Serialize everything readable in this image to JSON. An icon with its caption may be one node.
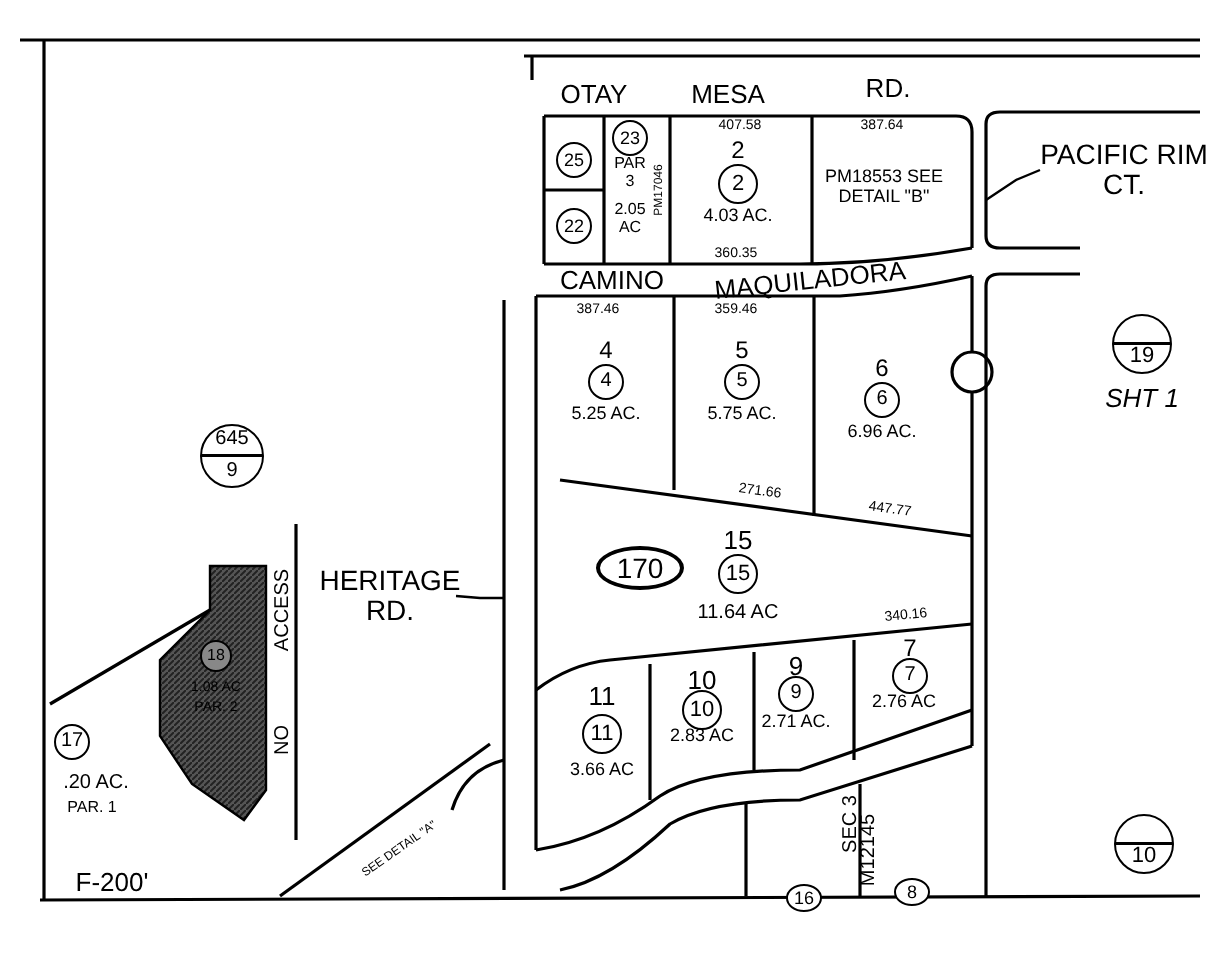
{
  "diagram": {
    "nodes": [
      {
        "text": [
          "25"
        ]
      },
      {
        "text": [
          "23"
        ]
      },
      {
        "text": [
          "22"
        ]
      },
      {
        "text": [
          "2"
        ]
      },
      {
        "text": [
          "4"
        ]
      },
      {
        "text": [
          "5"
        ]
      },
      {
        "text": [
          "6"
        ]
      },
      {
        "text": [
          "170"
        ]
      },
      {
        "text": [
          "15"
        ]
      },
      {
        "text": [
          "11"
        ]
      },
      {
        "text": [
          "10"
        ]
      },
      {
        "text": [
          "9"
        ]
      },
      {
        "text": [
          "7"
        ]
      },
      {
        "text": [
          "18"
        ]
      },
      {
        "text": [
          "17"
        ]
      },
      {
        "text": [
          "16"
        ]
      },
      {
        "text": [
          "8"
        ]
      },
      {
        "text": [
          "645",
          "9"
        ]
      },
      {
        "text": [
          "19"
        ],
        "beside": [
          "SHT 1"
        ]
      },
      {
        "text": [
          "10"
        ]
      },
      {
        "text": [
          "PACIFIC RIM CT."
        ]
      },
      {
        "text": [
          "HERITAGE RD."
        ]
      }
    ],
    "edges": [
      {
        "from": 20,
        "to": null,
        "arrow": "none"
      },
      {
        "from": 21,
        "to": null,
        "arrow": "none"
      }
    ],
    "labels": [
      "OTAY",
      "MESA",
      "RD.",
      "407.58",
      "387.64",
      "PAR 3",
      "2.05 AC",
      "PM17046",
      "2",
      "4.03 AC.",
      "PM18553 SEE DETAIL \"B\"",
      "360.35",
      "CAMINO",
      "MAQUILADORA",
      "387.46",
      "359.46",
      "4",
      "5.25 AC.",
      "5",
      "5.75 AC.",
      "6",
      "6.96 AC.",
      "271.66",
      "447.77",
      "15",
      "11.64 AC",
      "340.16",
      "11",
      "3.66 AC",
      "10",
      "2.83 AC",
      "9",
      "2.71 AC.",
      "7",
      "2.76 AC",
      "1.08 AC",
      "PAR. 2",
      ".20 AC.",
      "PAR. 1",
      "ACCESS",
      "NO",
      "SEE DETAIL \"A\"",
      "SEC 3",
      "M12145",
      "F-200'"
    ]
  }
}
